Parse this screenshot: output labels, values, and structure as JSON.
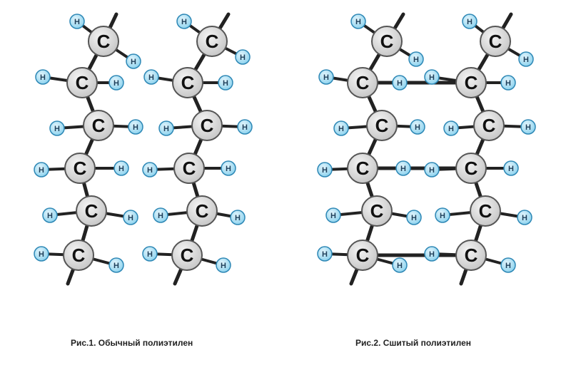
{
  "atoms": {
    "carbon_symbol": "C",
    "hydrogen_symbol": "H"
  },
  "colors": {
    "carbon_fill": "#c8c8c8",
    "carbon_stroke": "#555555",
    "hydrogen_fill": "#8fd3ee",
    "hydrogen_stroke": "#2d87b5",
    "bond": "#222222"
  },
  "figures": [
    {
      "id": "fig1",
      "caption": "Рис.1. Обычный полиэтилен",
      "crosslinked": false
    },
    {
      "id": "fig2",
      "caption": "Рис.2. Сшитый полиэтилен",
      "crosslinked": true
    }
  ]
}
